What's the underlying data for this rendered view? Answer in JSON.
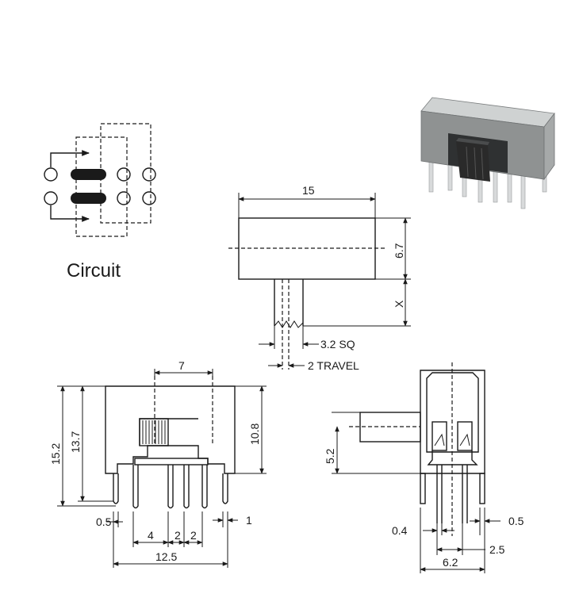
{
  "circuit": {
    "label": "Circuit"
  },
  "top_view": {
    "width": "15",
    "height": "6.7",
    "actuator_length": "X",
    "actuator_size": "3.2 SQ",
    "travel": "2 TRAVEL"
  },
  "side_view": {
    "actuator_offset": "7",
    "total_height": "15.2",
    "pin_height": "13.7",
    "body_height": "10.8",
    "pin_width": "0.5",
    "pin_side": "1",
    "pitch_outer": "4",
    "pitch_a": "2",
    "pitch_b": "2",
    "overall_width": "12.5"
  },
  "end_view": {
    "actuator_height": "5.2",
    "pin_a": "0.4",
    "pin_b": "0.5",
    "row_spacing": "2.5",
    "overall_width": "6.2"
  },
  "colors": {
    "line": "#1a1a1a",
    "photo_body": "#8f9292",
    "photo_top": "#cfd2d2",
    "photo_slider": "#2a2a2a",
    "photo_pin": "#d8dadb"
  }
}
